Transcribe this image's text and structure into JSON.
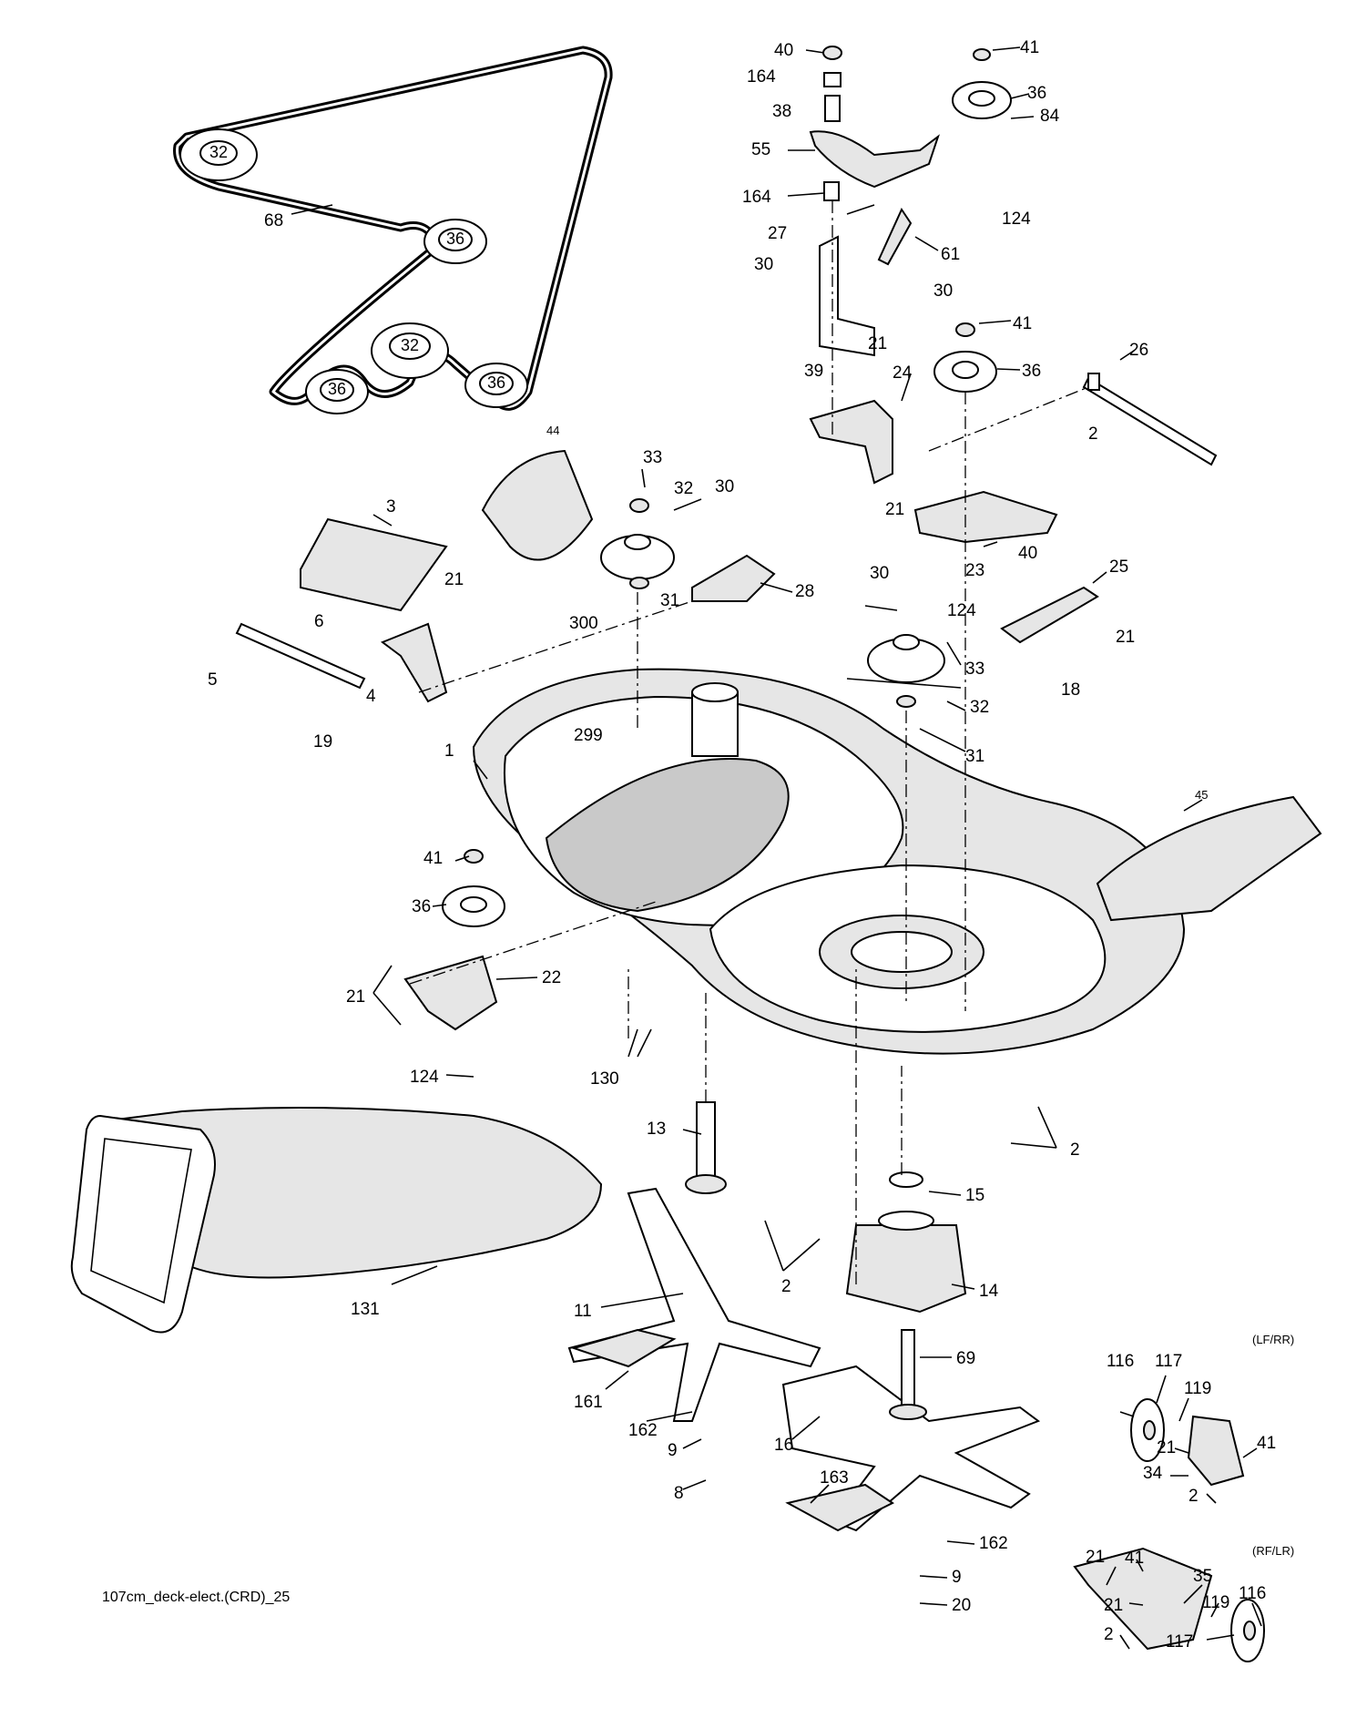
{
  "caption": "107cm_deck-elect.(CRD)_25",
  "variant_labels": {
    "lf_rr": "(LF/RR)",
    "rf_lr": "(RF/LR)"
  },
  "belt_callouts": {
    "p32a": "32",
    "p32b": "32",
    "p36a": "36",
    "p36b": "36",
    "p36c": "36",
    "belt": "68"
  },
  "callouts": {
    "c40a": "40",
    "c41a": "41",
    "c164a": "164",
    "c36a": "36",
    "c38": "38",
    "c84": "84",
    "c55": "55",
    "c164b": "164",
    "c124a": "124",
    "c27": "27",
    "c61": "61",
    "c30a": "30",
    "c30b": "30",
    "c41b": "41",
    "c39": "39",
    "c21a": "21",
    "c24": "24",
    "c36b": "36",
    "c26": "26",
    "c2a": "2",
    "c44": "44",
    "c33a": "33",
    "c32a": "32",
    "c30c": "30",
    "c3": "3",
    "c21b": "21",
    "c28": "28",
    "c31a": "31",
    "c300": "300",
    "c21c": "21",
    "c23": "23",
    "c40b": "40",
    "c25": "25",
    "c30d": "30",
    "c124b": "124",
    "c21d": "21",
    "c6": "6",
    "c5": "5",
    "c4": "4",
    "c19": "19",
    "c299": "299",
    "c33b": "33",
    "c32b": "32",
    "c18": "18",
    "c31b": "31",
    "c1": "1",
    "c45": "45",
    "c41c": "41",
    "c36c": "36",
    "c22": "22",
    "c21e": "21",
    "c124c": "124",
    "c130": "130",
    "c13": "13",
    "c2b": "2",
    "c15": "15",
    "c2c": "2",
    "c14": "14",
    "c131": "131",
    "c11": "11",
    "c69": "69",
    "c161": "161",
    "c162a": "162",
    "c9a": "9",
    "c8": "8",
    "c16": "16",
    "c163": "163",
    "c162b": "162",
    "c9b": "9",
    "c20": "20",
    "c116a": "116",
    "c117a": "117",
    "c119a": "119",
    "c21f": "21",
    "c41d": "41",
    "c34": "34",
    "c2d": "2",
    "c21g": "21",
    "c41e": "41",
    "c35": "35",
    "c21h": "21",
    "c119b": "119",
    "c116b": "116",
    "c2e": "2",
    "c117b": "117"
  }
}
